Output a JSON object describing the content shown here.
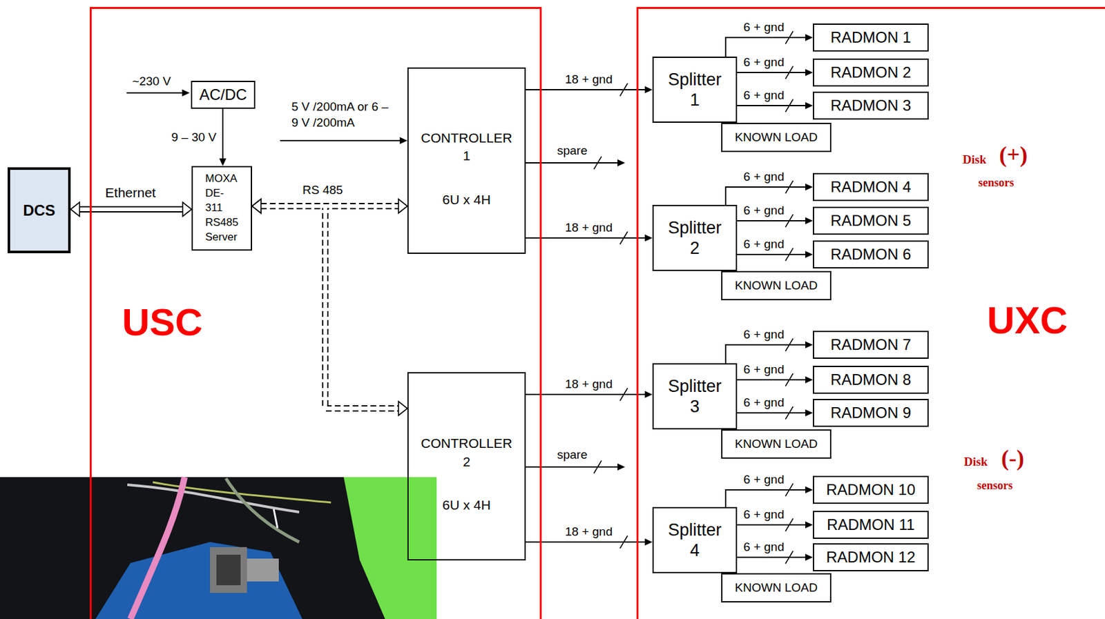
{
  "diagram": {
    "nodes": [
      {
        "text": [
          "DCS"
        ]
      },
      {
        "text": [
          "USC"
        ]
      },
      {
        "text": [
          "AC/DC"
        ],
        "in": 1
      },
      {
        "text": [
          "MOXA DE-311 RS485 Server"
        ],
        "in": 1
      },
      {
        "text": [
          "CONTROLLER 1",
          "6U x 4H"
        ],
        "in": 1
      },
      {
        "text": [
          "CONTROLLER 2",
          "6U x 4H"
        ],
        "in": 1
      },
      {
        "text": [
          "UXC"
        ]
      },
      {
        "text": [
          "Splitter 1"
        ],
        "in": 6
      },
      {
        "text": [
          "RADMON 1"
        ],
        "in": 6
      },
      {
        "text": [
          "RADMON 2"
        ],
        "in": 6
      },
      {
        "text": [
          "RADMON 3"
        ],
        "in": 6
      },
      {
        "text": [
          "KNOWN LOAD"
        ],
        "in": 6
      },
      {
        "text": [
          "Splitter 2"
        ],
        "in": 6
      },
      {
        "text": [
          "RADMON 4"
        ],
        "in": 6
      },
      {
        "text": [
          "RADMON 5"
        ],
        "in": 6
      },
      {
        "text": [
          "RADMON 6"
        ],
        "in": 6
      },
      {
        "text": [
          "KNOWN LOAD"
        ],
        "in": 6
      },
      {
        "text": [
          "Splitter 3"
        ],
        "in": 6
      },
      {
        "text": [
          "RADMON 7"
        ],
        "in": 6
      },
      {
        "text": [
          "RADMON 8"
        ],
        "in": 6
      },
      {
        "text": [
          "RADMON 9"
        ],
        "in": 6
      },
      {
        "text": [
          "KNOWN LOAD"
        ],
        "in": 6
      },
      {
        "text": [
          "Splitter 4"
        ],
        "in": 6
      },
      {
        "text": [
          "RADMON 10"
        ],
        "in": 6
      },
      {
        "text": [
          "RADMON 11"
        ],
        "in": 6
      },
      {
        "text": [
          "RADMON 12"
        ],
        "in": 6
      },
      {
        "text": [
          "KNOWN LOAD"
        ],
        "in": 6
      }
    ],
    "edges": [
      {
        "from": 0,
        "to": 3,
        "arrow": "both",
        "label": "Ethernet"
      },
      {
        "from": 2,
        "to": 3,
        "arrow": "to",
        "label": "9 – 30 V"
      },
      {
        "from": 3,
        "to": 4,
        "arrow": "both",
        "label": "RS 485"
      },
      {
        "from": 3,
        "to": 5,
        "arrow": "both"
      },
      {
        "from": 4,
        "to": 7,
        "arrow": "to",
        "label": "18 + gnd"
      },
      {
        "from": 4,
        "to": 12,
        "arrow": "to",
        "label": "18 + gnd"
      },
      {
        "from": 5,
        "to": 17,
        "arrow": "to",
        "label": "18 + gnd"
      },
      {
        "from": 5,
        "to": 22,
        "arrow": "to",
        "label": "18 + gnd"
      },
      {
        "from": 7,
        "to": 8,
        "arrow": "to",
        "label": "6 + gnd"
      },
      {
        "from": 7,
        "to": 9,
        "arrow": "to",
        "label": "6 + gnd"
      },
      {
        "from": 7,
        "to": 10,
        "arrow": "to",
        "label": "6 + gnd"
      },
      {
        "from": 12,
        "to": 13,
        "arrow": "to",
        "label": "6 + gnd"
      },
      {
        "from": 12,
        "to": 14,
        "arrow": "to",
        "label": "6 + gnd"
      },
      {
        "from": 12,
        "to": 15,
        "arrow": "to",
        "label": "6 + gnd"
      },
      {
        "from": 17,
        "to": 18,
        "arrow": "to",
        "label": "6 + gnd"
      },
      {
        "from": 17,
        "to": 19,
        "arrow": "to",
        "label": "6 + gnd"
      },
      {
        "from": 17,
        "to": 20,
        "arrow": "to",
        "label": "6 + gnd"
      },
      {
        "from": 22,
        "to": 23,
        "arrow": "to",
        "label": "6 + gnd"
      },
      {
        "from": 22,
        "to": 24,
        "arrow": "to",
        "label": "6 + gnd"
      },
      {
        "from": 22,
        "to": 25,
        "arrow": "to",
        "label": "6 + gnd"
      }
    ],
    "labels": [
      "~230 V",
      "5 V /200mA or 6 – 9 V /200mA",
      "spare",
      "spare",
      "Disk",
      "(+)",
      "sensors",
      "Disk",
      "(-)",
      "sensors"
    ]
  }
}
